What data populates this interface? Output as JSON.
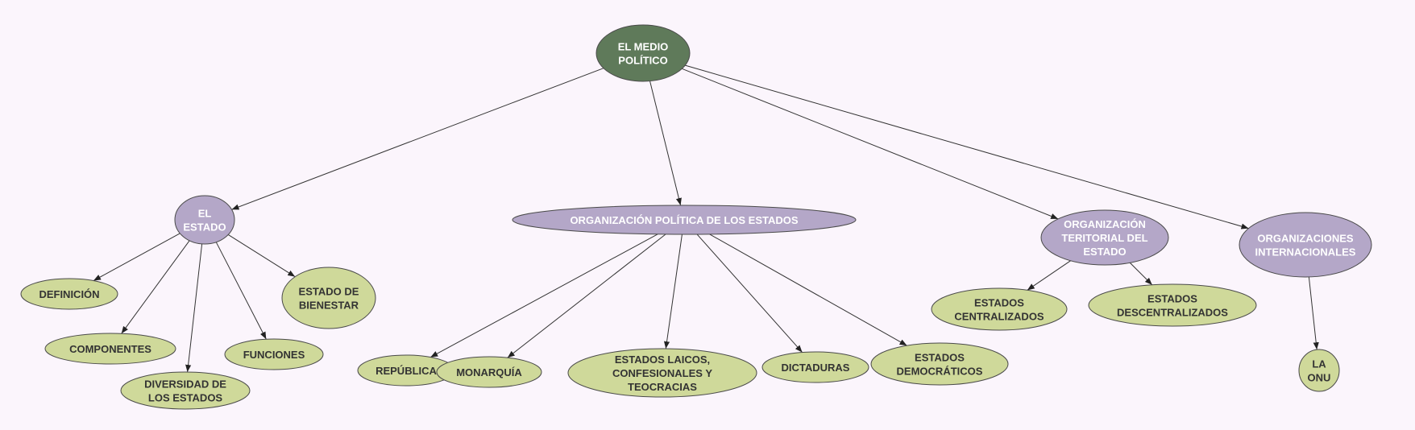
{
  "title": "EL MEDIO POLÍTICO concept map",
  "colors": {
    "background": "#fbf5fc",
    "root_fill": "#5f7a5a",
    "category_fill": "#b4a7c8",
    "leaf_fill": "#cfd99a",
    "stroke": "#4a4a4a",
    "light_text": "#ffffff",
    "dark_text": "#333333"
  },
  "nodes": [
    {
      "id": "root",
      "kind": "root",
      "lines": [
        "EL MEDIO",
        "POLÍTICO"
      ]
    },
    {
      "id": "el-estado",
      "kind": "category",
      "lines": [
        "EL",
        "ESTADO"
      ]
    },
    {
      "id": "org-politica",
      "kind": "category",
      "lines": [
        "ORGANIZACIÓN POLÍTICA DE LOS ESTADOS"
      ]
    },
    {
      "id": "org-territorial",
      "kind": "category",
      "lines": [
        "ORGANIZACIÓN",
        "TERITORIAL DEL",
        "ESTADO"
      ]
    },
    {
      "id": "org-internacionales",
      "kind": "category",
      "lines": [
        "ORGANIZACIONES",
        "INTERNACIONALES"
      ]
    },
    {
      "id": "definicion",
      "kind": "leaf",
      "lines": [
        "DEFINICIÓN"
      ]
    },
    {
      "id": "componentes",
      "kind": "leaf",
      "lines": [
        "COMPONENTES"
      ]
    },
    {
      "id": "diversidad",
      "kind": "leaf",
      "lines": [
        "DIVERSIDAD DE",
        "LOS ESTADOS"
      ]
    },
    {
      "id": "funciones",
      "kind": "leaf",
      "lines": [
        "FUNCIONES"
      ]
    },
    {
      "id": "bienestar",
      "kind": "leaf",
      "lines": [
        "ESTADO DE",
        "BIENESTAR"
      ]
    },
    {
      "id": "republica",
      "kind": "leaf",
      "lines": [
        "REPÚBLICA"
      ]
    },
    {
      "id": "monarquia",
      "kind": "leaf",
      "lines": [
        "MONARQUÍA"
      ]
    },
    {
      "id": "laicos",
      "kind": "leaf",
      "lines": [
        "ESTADOS LAICOS,",
        "CONFESIONALES Y",
        "TEOCRACIAS"
      ]
    },
    {
      "id": "dictaduras",
      "kind": "leaf",
      "lines": [
        "DICTADURAS"
      ]
    },
    {
      "id": "democraticos",
      "kind": "leaf",
      "lines": [
        "ESTADOS",
        "DEMOCRÁTICOS"
      ]
    },
    {
      "id": "centralizados",
      "kind": "leaf",
      "lines": [
        "ESTADOS",
        "CENTRALIZADOS"
      ]
    },
    {
      "id": "descentralizados",
      "kind": "leaf",
      "lines": [
        "ESTADOS",
        "DESCENTRALIZADOS"
      ]
    },
    {
      "id": "onu",
      "kind": "leaf",
      "lines": [
        "LA",
        "ONU"
      ]
    }
  ],
  "edges": [
    [
      "root",
      "el-estado"
    ],
    [
      "root",
      "org-politica"
    ],
    [
      "root",
      "org-territorial"
    ],
    [
      "root",
      "org-internacionales"
    ],
    [
      "el-estado",
      "definicion"
    ],
    [
      "el-estado",
      "componentes"
    ],
    [
      "el-estado",
      "diversidad"
    ],
    [
      "el-estado",
      "funciones"
    ],
    [
      "el-estado",
      "bienestar"
    ],
    [
      "org-politica",
      "republica"
    ],
    [
      "org-politica",
      "monarquia"
    ],
    [
      "org-politica",
      "laicos"
    ],
    [
      "org-politica",
      "dictaduras"
    ],
    [
      "org-politica",
      "democraticos"
    ],
    [
      "org-territorial",
      "centralizados"
    ],
    [
      "org-territorial",
      "descentralizados"
    ],
    [
      "org-internacionales",
      "onu"
    ]
  ]
}
